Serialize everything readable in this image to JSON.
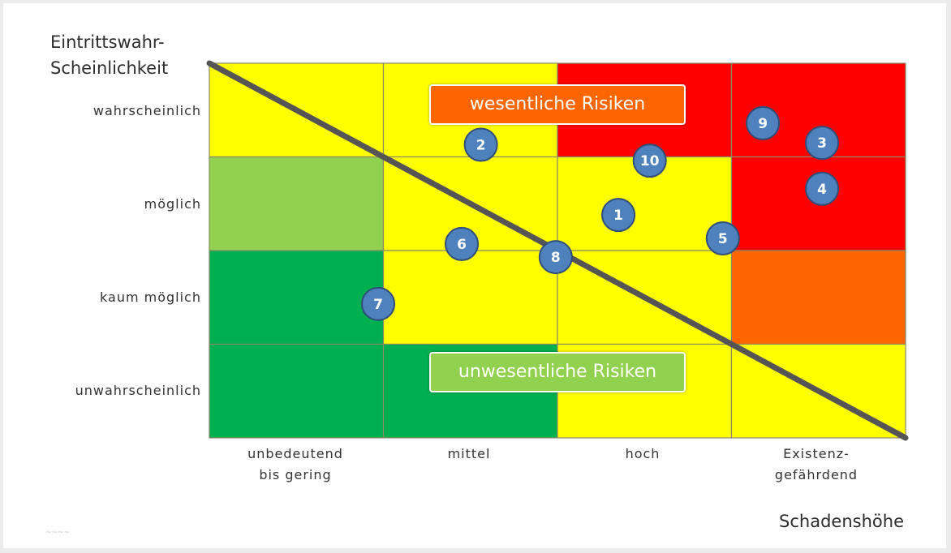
{
  "chart_data": {
    "type": "heatmap",
    "y_axis_title_lines": [
      "Eintrittswahr-",
      "Scheinlichkeit"
    ],
    "x_axis_title": "Schadenshöhe",
    "rows": [
      "wahrscheinlich",
      "möglich",
      "kaum möglich",
      "unwahrscheinlich"
    ],
    "columns": [
      [
        "unbedeutend",
        "bis gering"
      ],
      [
        "mittel"
      ],
      [
        "hoch"
      ],
      [
        "Existenz-",
        "gefährdend"
      ]
    ],
    "cells": [
      [
        "yellow",
        "yellow",
        "red",
        "red"
      ],
      [
        "lightgreen",
        "yellow",
        "yellow",
        "red"
      ],
      [
        "green",
        "yellow",
        "yellow",
        "orange"
      ],
      [
        "green",
        "green",
        "yellow",
        "yellow"
      ]
    ],
    "cell_colors": {
      "red": "#ff0000",
      "orange": "#ff6600",
      "yellow": "#ffff00",
      "lightgreen": "#92d050",
      "green": "#00b050"
    },
    "divider_line": {
      "from": [
        0,
        4
      ],
      "to": [
        4,
        0
      ]
    },
    "zone_labels": [
      {
        "text": "wesentliche Risiken",
        "color": "#ff6600"
      },
      {
        "text": "unwesentliche Risiken",
        "color": "#92d050"
      }
    ],
    "risks": [
      {
        "id": "1",
        "x": 2.35,
        "y": 2.38
      },
      {
        "id": "2",
        "x": 1.56,
        "y": 3.13
      },
      {
        "id": "3",
        "x": 3.52,
        "y": 3.15
      },
      {
        "id": "4",
        "x": 3.52,
        "y": 2.66
      },
      {
        "id": "5",
        "x": 2.95,
        "y": 2.13
      },
      {
        "id": "6",
        "x": 1.45,
        "y": 2.07
      },
      {
        "id": "7",
        "x": 0.97,
        "y": 1.43
      },
      {
        "id": "8",
        "x": 1.99,
        "y": 1.93
      },
      {
        "id": "9",
        "x": 3.18,
        "y": 3.36
      },
      {
        "id": "10",
        "x": 2.53,
        "y": 2.96
      }
    ],
    "marker_color": "#4f81bd"
  },
  "footnote": "~~~~"
}
